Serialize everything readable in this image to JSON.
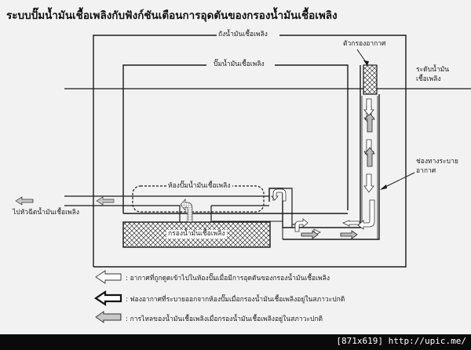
{
  "title": "ระบบปั๊มน้ำมันเชื้อเพลิงกับฟังก์ชันเตือนการอุดตันของกรองน้ำมันเชื้อเพลิง",
  "labels": {
    "fuel_tank": "ถังน้ำมันเชื้อเพลิง",
    "fuel_pump": "ปั๊มน้ำมันเชื้อเพลิง",
    "air_filter": "ตัวกรองอากาศ",
    "fuel_level_line1": "ระดับน้ำมัน",
    "fuel_level_line2": "เชื้อเพลิง",
    "air_vent_line1": "ช่องทางระบาย",
    "air_vent_line2": "อากาศ",
    "pump_chamber": "ห้องปั๊มน้ำมันเชื้อเพลิง",
    "fuel_filter": "กรองน้ำมันเชื้อเพลิง",
    "to_injector": "ไปหัวฉีดน้ำมันเชื้อเพลิง"
  },
  "legend": [
    {
      "icon": "white-arrow-icon",
      "text": ": อากาศที่ถูกดูดเข้าไปในห้องปั๊มเมื่อมีการอุดตันของกรองน้ำมันเชื้อเพลิง"
    },
    {
      "icon": "black-arrow-icon",
      "text": ": ฟองอากาศที่ระบายออกจากห้องปั๊มเมื่อกรองน้ำมันเชื้อเพลิงอยู่ในสภาวะปกติ"
    },
    {
      "icon": "hatched-arrow-icon",
      "text": ": การไหลของน้ำมันเชื้อเพลิงเมื่อกรองน้ำมันเชื้อเพลิงอยู่ในสภาวะปกติ"
    }
  ],
  "footer": "[871x619] http://upic.me/",
  "colors": {
    "background": "#f2f2f2",
    "line": "#1a1a1a",
    "footer_bg": "#0a0a0a"
  }
}
